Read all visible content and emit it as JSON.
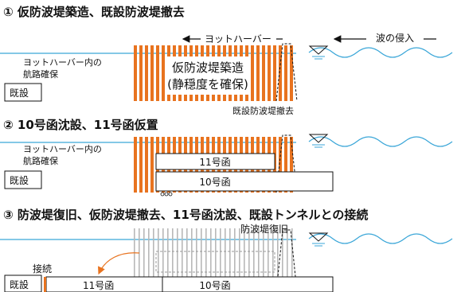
{
  "steps": [
    {
      "heading": "① 仮防波堤築造、既設防波堤撤去",
      "yacht_harbor": "ヨットハーバー",
      "wave_intrusion": "波の侵入",
      "channel_line1": "ヨットハーバー内の",
      "channel_line2": "航路確保",
      "existing": "既設",
      "temp_breakwater_line1": "仮防波堤築造",
      "temp_breakwater_line2": "(静穏度を確保)",
      "remove_existing": "既設防波堤撤去"
    },
    {
      "heading": "② 10号函沈設、11号函仮置",
      "channel_line1": "ヨットハーバー内の",
      "channel_line2": "航路確保",
      "existing": "既設",
      "caisson_11": "11号函",
      "caisson_10": "10号函"
    },
    {
      "heading": "③ 防波堤復旧、仮防波堤撤去、11号函沈設、既設トンネルとの接続",
      "restore": "防波堤復旧",
      "connection": "接続",
      "existing": "既設",
      "caisson_11": "11号函",
      "caisson_10": "10号函"
    }
  ],
  "colors": {
    "orange": "#e8731f",
    "water": "#3aa6d8",
    "gray_stripe": "#b8b8b8"
  }
}
